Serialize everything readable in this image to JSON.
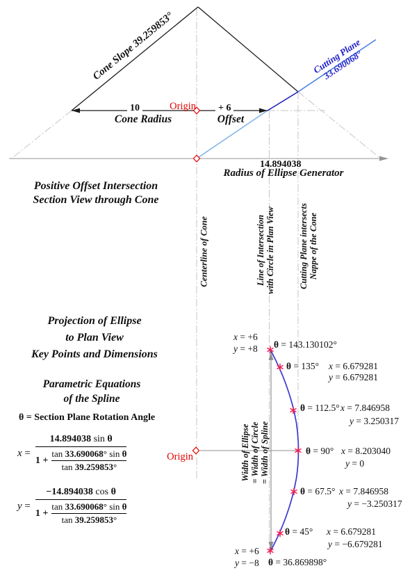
{
  "colors": {
    "cutting_plane_blue": "#2121C8",
    "cutting_plane_light_blue": "#79B1E8",
    "cutting_plane_dark_segment": "#1D1DB8",
    "spline_blue": "#3838CF",
    "origin_red": "#E00000",
    "key_point_pink": "#F21D50",
    "construction_gray": "#C6C6C6",
    "dimension_gray": "#959595"
  },
  "section_view": {
    "title_line1": "Positive Offset Intersection",
    "title_line2": "Section View through Cone",
    "cone_slope_label": "Cone Slope 39.259853°",
    "cutting_plane_line1": "Cutting Plane",
    "cutting_plane_line2": "33.690068°",
    "origin_label": "Origin",
    "cone_radius_value": "10",
    "cone_radius_label": "Cone Radius",
    "offset_value": "+ 6",
    "offset_label": "Offset",
    "generator_value": "14.894038",
    "generator_label": "Radius of Ellipse Generator",
    "centerline_label": "Centerline of Cone",
    "intersection_line_label1": "Line of Intersection",
    "intersection_line_label2": "with Circle in Plan View",
    "nappe_label1": "Cutting Plane intersects",
    "nappe_label2": "Nappe of the Cone"
  },
  "plan_view": {
    "title_line1": "Projection of Ellipse",
    "title_line2": "to Plan View",
    "title_line3": "Key Points and Dimensions",
    "equations_title1": "Parametric Equations",
    "equations_title2": "of the Spline",
    "theta_definition": "θ = Section Plane Rotation Angle",
    "origin_label": "Origin",
    "width_label1": "Width of Ellipse",
    "width_label2": "= Width of Circle",
    "width_label3": "= Width of Spline",
    "x_equation": {
      "lhs": "x =",
      "num_coeff": "14.894038",
      "num_fn": "sin",
      "theta": "θ",
      "den_prefix": "1 +",
      "sub_num_fn1": "tan",
      "sub_num_val": "33.690068°",
      "sub_num_fn2": "sin",
      "sub_den_fn": "tan",
      "sub_den_val": "39.259853°"
    },
    "y_equation": {
      "lhs": "y =",
      "num_coeff": "−14.894038",
      "num_fn": "cos",
      "theta": "θ",
      "den_prefix": "1 +",
      "sub_num_fn1": "tan",
      "sub_num_val": "33.690068°",
      "sub_num_fn2": "sin",
      "sub_den_fn": "tan",
      "sub_den_val": "39.259853°"
    },
    "key_points": [
      {
        "theta_label": "θ = 143.130102°",
        "x_label": "x = +6",
        "y_label": "y = +8"
      },
      {
        "theta_label": "θ = 135°",
        "x_label": "x = 6.679281",
        "y_label": "y = 6.679281"
      },
      {
        "theta_label": "θ = 112.5°",
        "x_label": "x = 7.846958",
        "y_label": "y = 3.250317"
      },
      {
        "theta_label": "θ = 90°",
        "x_label": "x = 8.203040",
        "y_label": "y = 0"
      },
      {
        "theta_label": "θ = 67.5°",
        "x_label": "x = 7.846958",
        "y_label": "y = −3.250317"
      },
      {
        "theta_label": "θ = 45°",
        "x_label": "x = 6.679281",
        "y_label": "y = −6.679281"
      },
      {
        "theta_label": "θ = 36.869898°",
        "x_label": "x = +6",
        "y_label": "y = −8"
      }
    ]
  }
}
